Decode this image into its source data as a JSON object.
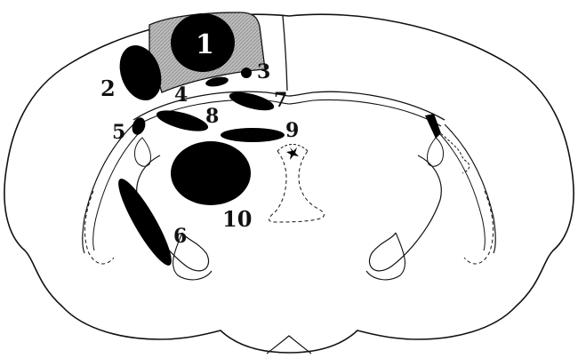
{
  "colors": {
    "outline": "#111111",
    "fill_dark": "#000000",
    "fill_grey": "#b8b8b8",
    "background": "#ffffff"
  },
  "labels": {
    "r1": "1",
    "r2": "2",
    "r3": "3",
    "r4": "4",
    "r5": "5",
    "r6": "6",
    "r7": "7",
    "r8": "8",
    "r9": "9",
    "r10": "10"
  }
}
